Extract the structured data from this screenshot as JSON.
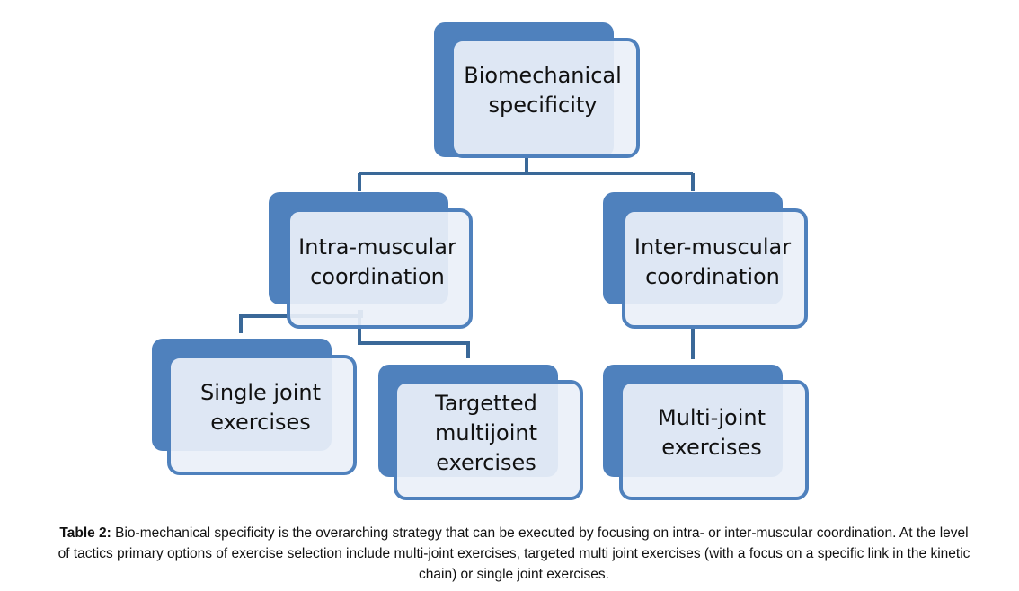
{
  "colors": {
    "back_box": "#4f81bd",
    "front_fill": "#eaf0f8",
    "front_stroke": "#4f81bd",
    "connector": "#3a6898"
  },
  "nodes": {
    "root": {
      "lines": [
        "Biomechanical",
        "specificity"
      ]
    },
    "intra": {
      "lines": [
        "Intra-muscular",
        "coordination"
      ]
    },
    "inter": {
      "lines": [
        "Inter-muscular",
        "coordination"
      ]
    },
    "single": {
      "lines": [
        "Single joint",
        "exercises"
      ]
    },
    "targetted": {
      "lines": [
        "Targetted",
        "multijoint",
        "exercises"
      ]
    },
    "multi": {
      "lines": [
        "Multi-joint",
        "exercises"
      ]
    }
  },
  "caption": {
    "label": "Table 2:",
    "text": " Bio-mechanical specificity is the overarching strategy that can be executed by focusing on intra- or inter-muscular coordination.  At the level of tactics primary options of exercise selection include multi-joint exercises, targeted multi joint exercises (with a focus on a specific link in the kinetic chain) or single joint exercises."
  }
}
